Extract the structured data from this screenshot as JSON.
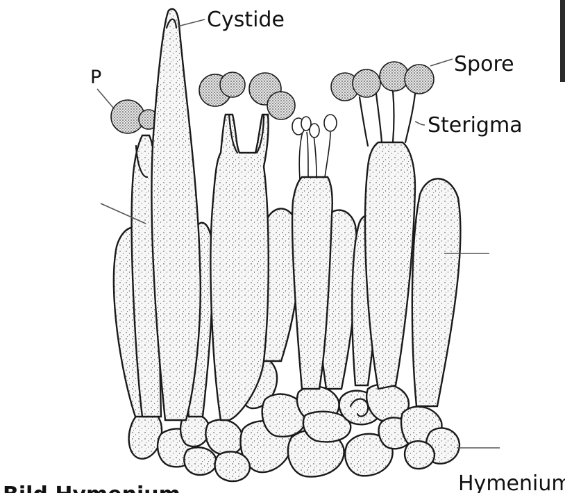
{
  "labels": {
    "cystide": "Cystide",
    "spore": "Spore",
    "sterigma": "Sterigma",
    "p": "P",
    "hymenium": "Hymenium"
  },
  "caption_partial": "Bild Hymenium",
  "colors": {
    "ink": "#1a1a1a",
    "fill": "#ffffff",
    "leader": "#555555"
  }
}
